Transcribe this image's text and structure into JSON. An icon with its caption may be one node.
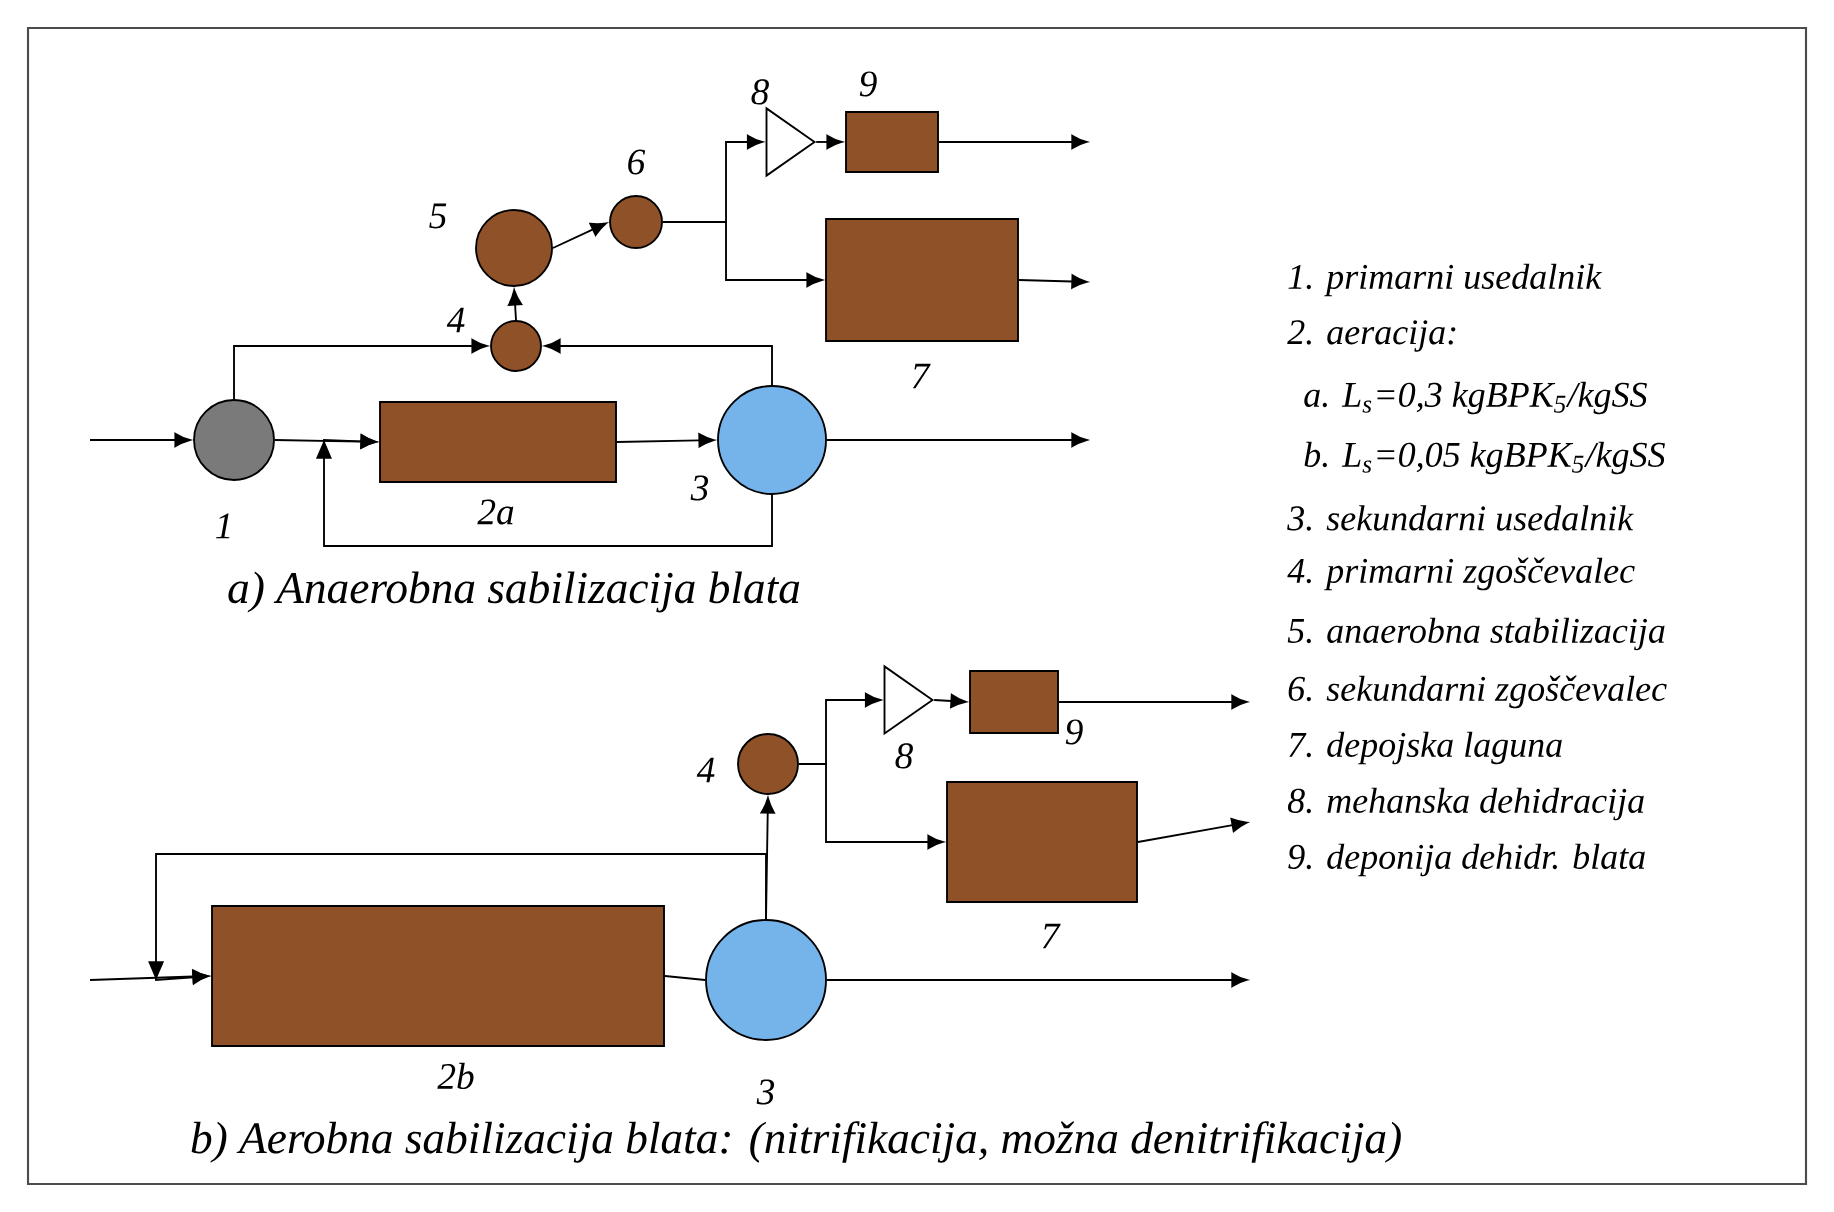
{
  "diagram": {
    "nodes": [
      {
        "text": [],
        "shape": "circle",
        "beside": [
          "1"
        ]
      },
      {
        "text": [],
        "shape": "box",
        "beside": [
          "2a"
        ]
      },
      {
        "text": [],
        "shape": "circle",
        "beside": [
          "3"
        ]
      },
      {
        "text": [],
        "shape": "circle",
        "beside": [
          "4"
        ]
      },
      {
        "text": [],
        "shape": "circle",
        "beside": [
          "5"
        ]
      },
      {
        "text": [],
        "shape": "circle",
        "beside": [
          "6"
        ]
      },
      {
        "text": [],
        "shape": "triangle",
        "beside": [
          "8"
        ]
      },
      {
        "text": [],
        "shape": "box",
        "beside": [
          "9"
        ]
      },
      {
        "text": [],
        "shape": "box",
        "beside": [
          "7"
        ]
      },
      {
        "text": [],
        "shape": "box",
        "beside": [
          "2b"
        ]
      },
      {
        "text": [],
        "shape": "circle",
        "beside": [
          "3"
        ]
      },
      {
        "text": [],
        "shape": "circle",
        "beside": [
          "4"
        ]
      },
      {
        "text": [],
        "shape": "triangle",
        "beside": [
          "8"
        ]
      },
      {
        "text": [],
        "shape": "box",
        "beside": [
          "9"
        ]
      },
      {
        "text": [],
        "shape": "box",
        "beside": [
          "7"
        ]
      }
    ],
    "edges": [
      {
        "from": null,
        "to": 0,
        "arrow": "to"
      },
      {
        "from": 0,
        "to": 1,
        "arrow": "to"
      },
      {
        "from": 2,
        "to": 1,
        "arrow": "to"
      },
      {
        "from": 1,
        "to": 2,
        "arrow": "to"
      },
      {
        "from": 0,
        "to": 3,
        "arrow": "to"
      },
      {
        "from": 2,
        "to": 3,
        "arrow": "to"
      },
      {
        "from": 3,
        "to": 4,
        "arrow": "to"
      },
      {
        "from": 4,
        "to": 5,
        "arrow": "to"
      },
      {
        "from": 5,
        "to": 6,
        "arrow": "to"
      },
      {
        "from": 5,
        "to": 8,
        "arrow": "to"
      },
      {
        "from": 6,
        "to": 7,
        "arrow": "to"
      },
      {
        "from": 7,
        "to": null,
        "arrow": "to"
      },
      {
        "from": 8,
        "to": null,
        "arrow": "to"
      },
      {
        "from": 2,
        "to": null,
        "arrow": "to"
      },
      {
        "from": null,
        "to": 9,
        "arrow": "to"
      },
      {
        "from": 9,
        "to": 10,
        "arrow": "none"
      },
      {
        "from": 10,
        "to": 11,
        "arrow": "to"
      },
      {
        "from": 10,
        "to": 9,
        "arrow": "to"
      },
      {
        "from": 11,
        "to": 12,
        "arrow": "to"
      },
      {
        "from": 11,
        "to": 14,
        "arrow": "to"
      },
      {
        "from": 12,
        "to": 13,
        "arrow": "to"
      },
      {
        "from": 13,
        "to": null,
        "arrow": "to"
      },
      {
        "from": 14,
        "to": null,
        "arrow": "to"
      },
      {
        "from": 10,
        "to": null,
        "arrow": "to"
      }
    ],
    "labels": [
      "a) Anaerobna sabilizacija blata",
      "1.  primarni usedalnik",
      "2. aeracija:",
      "a. L$_{s}$=0,3 kgBPK$_{5}$/kgSS",
      "b. L$_{s}$=0,05 kgBPK$_{5}$/kgSS",
      "3.  sekundarni usedalnik",
      "4.  primarni zgoščevalec",
      "5.  anaerobna stabilizacija",
      "6.  sekundarni zgoščevalec",
      "7.  depojska laguna",
      "8.  mehanska dehidracija",
      "9.  deponija dehidr. blata",
      "b) Aerobna sabilizacija blata: (nitrifikacija, možna denitrifikacija)"
    ]
  }
}
